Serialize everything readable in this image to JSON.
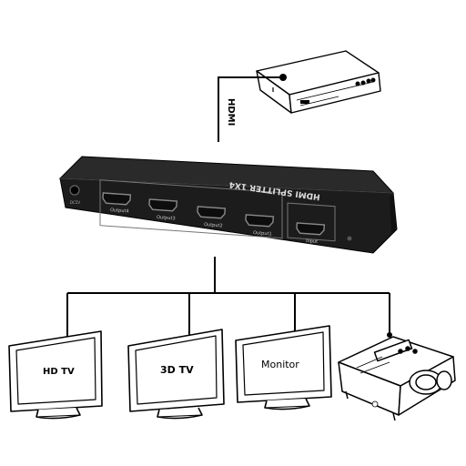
{
  "source": {
    "cable_label": "HDMI"
  },
  "splitter": {
    "top_label": "HDMI SPLITTER 1X4",
    "power_label": "DC5V",
    "outputs": [
      "Output4",
      "Output3",
      "Output2",
      "Output1"
    ],
    "input_label": "Input"
  },
  "displays": [
    {
      "label": "HD TV"
    },
    {
      "label": "3D TV"
    },
    {
      "label": "Monitor"
    },
    {
      "label": ""
    }
  ],
  "icons": {
    "source": "dvd-player-icon",
    "splitter": "hdmi-splitter-icon",
    "tv": "tv-icon",
    "monitor": "monitor-icon",
    "projector": "projector-icon"
  },
  "colors": {
    "line": "#000000",
    "device_body": "#1e1e1e",
    "port": "#8a8a8a"
  }
}
